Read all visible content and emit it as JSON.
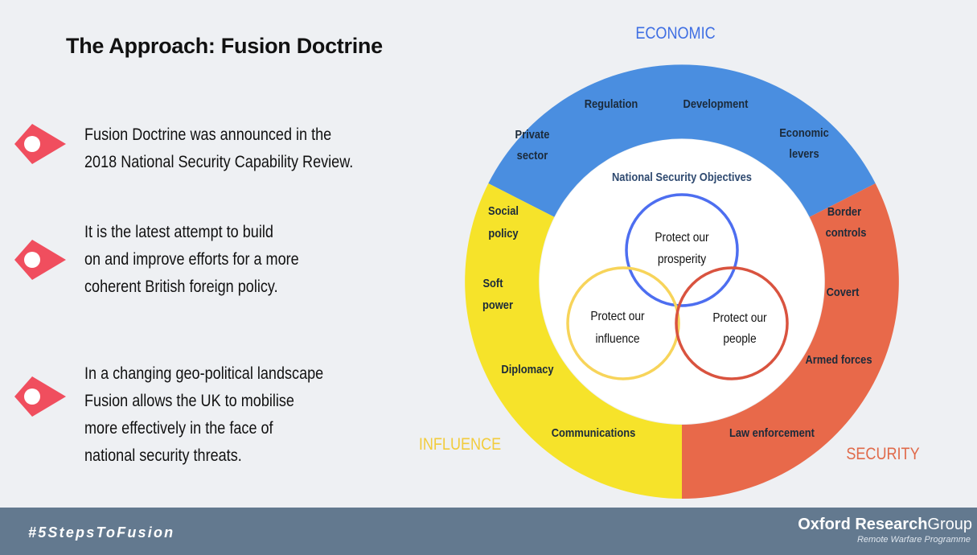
{
  "title": "The Approach: Fusion Doctrine",
  "bullets": [
    {
      "lines": [
        "Fusion Doctrine was announced in the",
        "2018 National Security Capability Review."
      ]
    },
    {
      "lines": [
        "It is the latest attempt to build",
        "on and improve efforts for a more",
        "coherent British foreign policy."
      ]
    },
    {
      "lines": [
        "In a changing geo-political landscape",
        "Fusion allows the UK to mobilise",
        "more effectively in the face of",
        "national security threats."
      ]
    }
  ],
  "diagram": {
    "sectors": {
      "economic": {
        "label": "ECONOMIC",
        "color": "#4a8ee0",
        "label_color": "#3f6fe3",
        "items": [
          {
            "lines": [
              "Private",
              "sector"
            ]
          },
          {
            "lines": [
              "Regulation"
            ]
          },
          {
            "lines": [
              "Development"
            ]
          },
          {
            "lines": [
              "Economic",
              "levers"
            ]
          }
        ]
      },
      "security": {
        "label": "SECURITY",
        "color": "#e8694a",
        "label_color": "#e06a4a",
        "items": [
          {
            "lines": [
              "Border",
              "controls"
            ]
          },
          {
            "lines": [
              "Covert"
            ]
          },
          {
            "lines": [
              "Armed forces"
            ]
          },
          {
            "lines": [
              "Law enforcement"
            ]
          }
        ]
      },
      "influence": {
        "label": "INFLUENCE",
        "color": "#f6e32a",
        "label_color": "#f2cc3d",
        "items": [
          {
            "lines": [
              "Social",
              "policy"
            ]
          },
          {
            "lines": [
              "Soft",
              "power"
            ]
          },
          {
            "lines": [
              "Diplomacy"
            ]
          },
          {
            "lines": [
              "Communications"
            ]
          }
        ]
      }
    },
    "center_title": "National Security Objectives",
    "objectives": [
      {
        "lines": [
          "Protect our",
          "prosperity"
        ],
        "color": "#4d6ef0"
      },
      {
        "lines": [
          "Protect our",
          "influence"
        ],
        "color": "#f7d45a"
      },
      {
        "lines": [
          "Protect our",
          "people"
        ],
        "color": "#d9533f"
      }
    ]
  },
  "footer": {
    "hashtag": "#5StepsToFusion",
    "org_bold": "Oxford Research",
    "org_regular": "Group",
    "org_sub": "Remote Warfare Programme"
  }
}
